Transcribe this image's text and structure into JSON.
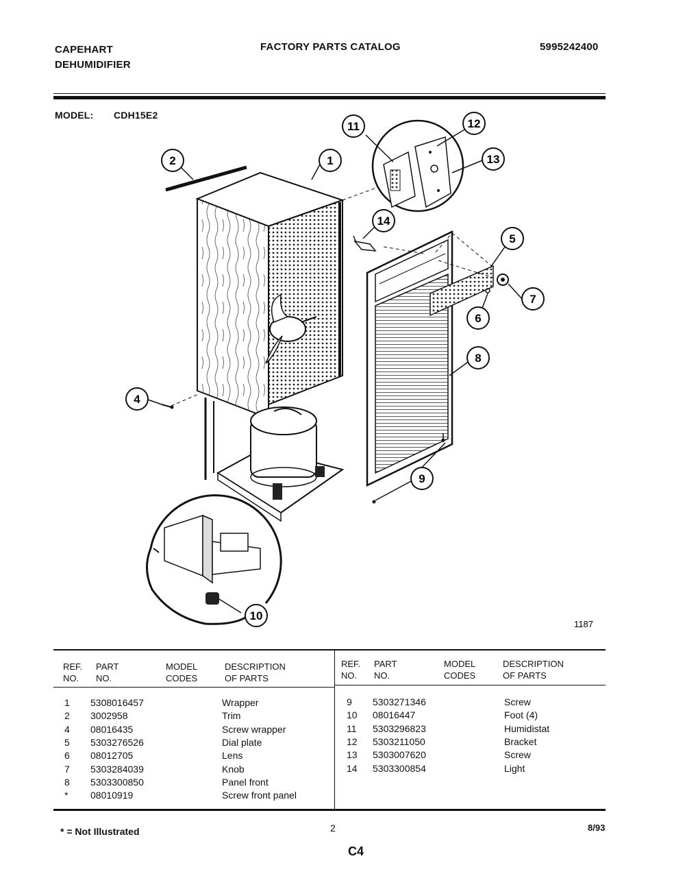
{
  "header": {
    "brand_line1": "CAPEHART",
    "brand_line2": "DEHUMIDIFIER",
    "catalog_title": "FACTORY PARTS CATALOG",
    "catalog_number": "5995242400",
    "model_label": "MODEL:",
    "model_value": "CDH15E2"
  },
  "diagram": {
    "callouts": [
      "1",
      "2",
      "4",
      "5",
      "6",
      "7",
      "8",
      "9",
      "10",
      "11",
      "12",
      "13",
      "14"
    ],
    "drawing_number": "1187"
  },
  "table": {
    "left_headers": {
      "ref": [
        "REF.",
        "NO."
      ],
      "part": [
        "PART",
        "NO."
      ],
      "model": [
        "MODEL",
        "CODES"
      ],
      "desc": [
        "DESCRIPTION",
        "OF PARTS"
      ]
    },
    "right_headers": {
      "ref": [
        "REF.",
        "NO."
      ],
      "part": [
        "PART",
        "NO."
      ],
      "model": [
        "MODEL",
        "CODES"
      ],
      "desc": [
        "DESCRIPTION",
        "OF PARTS"
      ]
    },
    "left_rows": [
      {
        "ref": "1",
        "part": "5308016457",
        "desc": "Wrapper"
      },
      {
        "ref": "2",
        "part": "3002958",
        "desc": "Trim"
      },
      {
        "ref": "4",
        "part": "08016435",
        "desc": "Screw wrapper"
      },
      {
        "ref": "5",
        "part": "5303276526",
        "desc": "Dial plate"
      },
      {
        "ref": "6",
        "part": "08012705",
        "desc": "Lens"
      },
      {
        "ref": "7",
        "part": "5303284039",
        "desc": "Knob"
      },
      {
        "ref": "8",
        "part": "5303300850",
        "desc": "Panel front"
      },
      {
        "ref": "*",
        "part": "08010919",
        "desc": "Screw front panel"
      }
    ],
    "right_rows": [
      {
        "ref": "9",
        "part": "5303271346",
        "desc": "Screw"
      },
      {
        "ref": "10",
        "part": "08016447",
        "desc": "Foot (4)"
      },
      {
        "ref": "11",
        "part": "5303296823",
        "desc": "Humidistat"
      },
      {
        "ref": "12",
        "part": "5303211050",
        "desc": "Bracket"
      },
      {
        "ref": "13",
        "part": "5303007620",
        "desc": "Screw"
      },
      {
        "ref": "14",
        "part": "5303300854",
        "desc": "Light"
      }
    ]
  },
  "footer": {
    "note": "* = Not Illustrated",
    "page_number": "2",
    "date": "8/93",
    "section": "C4"
  }
}
